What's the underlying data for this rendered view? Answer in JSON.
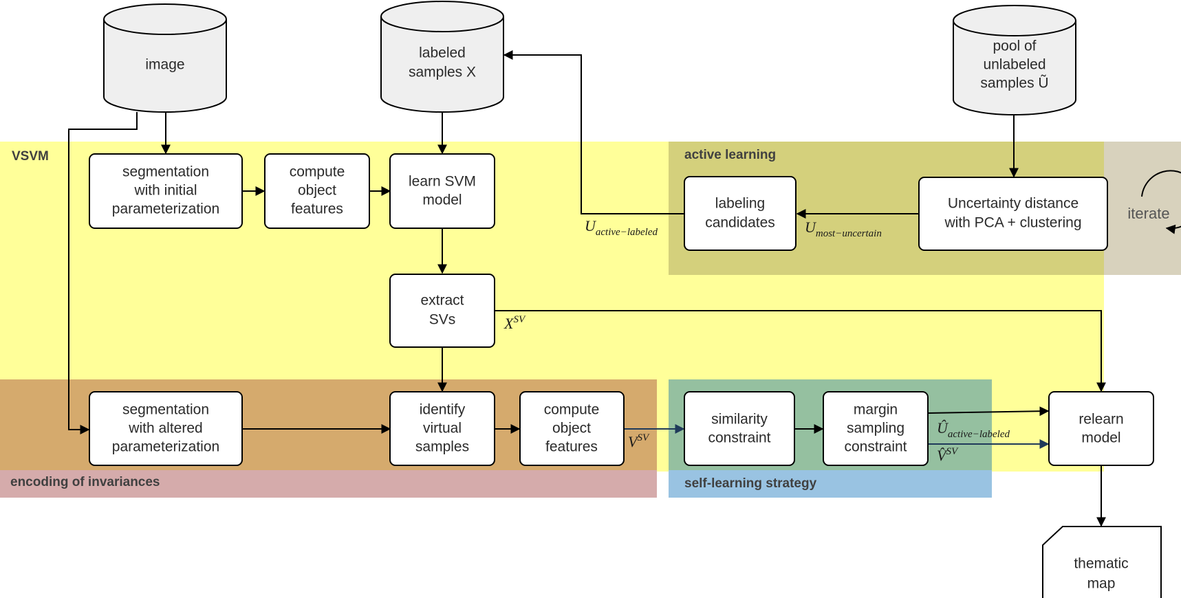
{
  "colors": {
    "vsvm_region": "#ffff99",
    "active_learning_region": "#d4d07c",
    "iterate_region": "#d8d2bd",
    "encoding_region_top": "#d5aa6d",
    "encoding_region_bottom": "#d5abab",
    "self_learning_region_top": "#95c0a0",
    "self_learning_region_bottom": "#99c3e2",
    "node_fill": "#ffffff",
    "database_fill": "#efefef",
    "stroke": "#000000"
  },
  "regions": {
    "vsvm": "VSVM",
    "active_learning": "active learning",
    "encoding": "encoding of invariances",
    "self_learning": "self-learning strategy",
    "iterate": "iterate"
  },
  "databases": {
    "image": [
      "image"
    ],
    "labeled": [
      "labeled",
      "samples X"
    ],
    "pool": [
      "pool of",
      "unlabeled",
      "samples Ũ"
    ]
  },
  "nodes": {
    "seg_initial": [
      "segmentation",
      "with initial",
      "parameterization"
    ],
    "compute_features_1": [
      "compute",
      "object",
      "features"
    ],
    "learn_svm": [
      "learn SVM",
      "model"
    ],
    "extract_svs": [
      "extract",
      "SVs"
    ],
    "labeling_candidates": [
      "labeling",
      "candidates"
    ],
    "uncertainty": [
      "Uncertainty distance",
      "with PCA + clustering"
    ],
    "seg_altered": [
      "segmentation",
      "with altered",
      "parameterization"
    ],
    "identify_virtual": [
      "identify",
      "virtual",
      "samples"
    ],
    "compute_features_2": [
      "compute",
      "object",
      "features"
    ],
    "similarity": [
      "similarity",
      "constraint"
    ],
    "margin": [
      "margin",
      "sampling",
      "constraint"
    ],
    "relearn": [
      "relearn",
      "model"
    ],
    "thematic_map": [
      "thematic",
      "map"
    ]
  },
  "edge_labels": {
    "u_active_labeled": {
      "base": "U",
      "sub": "active−labeled"
    },
    "u_most_uncertain": {
      "base": "U",
      "sub": "most−uncertain"
    },
    "x_sv": {
      "base": "X",
      "sup": "SV"
    },
    "v_sv": {
      "base": "V",
      "sup": "SV"
    },
    "u_hat_active_labeled": {
      "base": "Û",
      "sub": "active−labeled"
    },
    "v_hat_sv": {
      "base": "V̂",
      "sup": "SV"
    }
  }
}
